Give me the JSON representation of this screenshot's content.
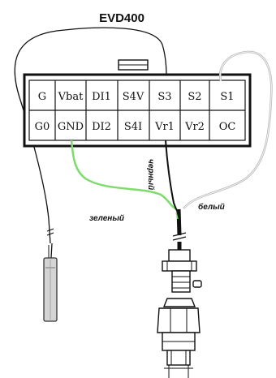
{
  "title": "EVD400",
  "terminals": {
    "top": [
      "G",
      "Vbat",
      "DI1",
      "S4V",
      "S3",
      "S2",
      "S1"
    ],
    "bottom": [
      "G0",
      "GND",
      "DI2",
      "S4I",
      "Vr1",
      "Vr2",
      "OC"
    ]
  },
  "wire_labels": {
    "green": "зеленый",
    "black": "черный",
    "white": "белый"
  },
  "colors": {
    "green_wire": "#7ddc6a",
    "black_wire": "#111111",
    "white_wire": "#b9b9b9"
  }
}
